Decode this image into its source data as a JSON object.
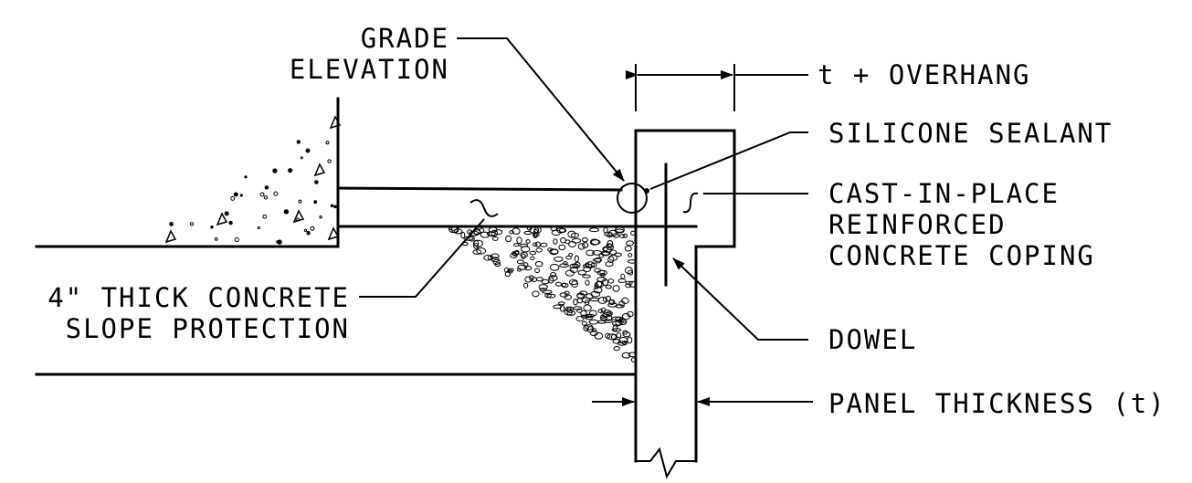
{
  "labels": {
    "grade_elevation": [
      "GRADE",
      "ELEVATION"
    ],
    "t_overhang": "t + OVERHANG",
    "silicone_sealant": "SILICONE SEALANT",
    "coping": [
      "CAST-IN-PLACE",
      "REINFORCED",
      "CONCRETE COPING"
    ],
    "slope_protection": [
      "4\" THICK CONCRETE",
      "SLOPE PROTECTION"
    ],
    "dowel": "DOWEL",
    "panel_thickness": "PANEL THICKNESS (t)"
  }
}
